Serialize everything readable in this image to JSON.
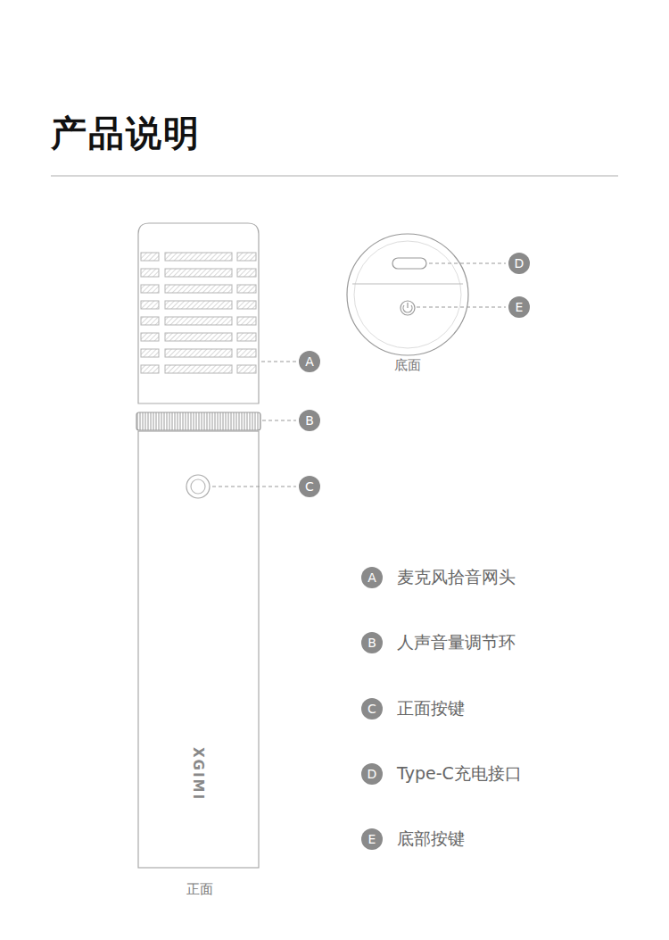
{
  "diagram": {
    "title": "产品说明",
    "labels": [
      "A",
      "B",
      "C",
      "D",
      "E",
      "底面",
      "正面",
      "XGIMI",
      "A",
      "麦克风拾音网头",
      "B",
      "人声音量调节环",
      "C",
      "正面按键",
      "D",
      "Type-C充电接口",
      "E",
      "底部按键"
    ]
  }
}
